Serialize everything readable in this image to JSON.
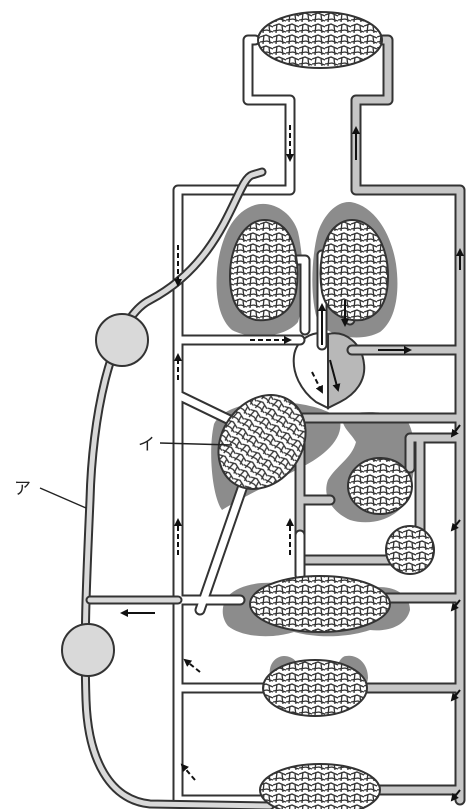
{
  "labels": {
    "a": "ア",
    "i": "イ"
  },
  "colors": {
    "organ_fill": "#8c8c8c",
    "vessel_outline": "#333333",
    "oxygenated_fill": "#ffffff",
    "deoxygenated_fill": "#c6c6c6",
    "lymph_node_fill": "#d9d9d9",
    "arrow": "#111111"
  },
  "structures": [
    "head-capillary-bed",
    "lungs",
    "heart",
    "liver",
    "stomach",
    "spleen",
    "pancreas",
    "intestines",
    "kidneys",
    "lower-body-capillary-bed",
    "lymphatic-vessel",
    "lymph-nodes"
  ]
}
